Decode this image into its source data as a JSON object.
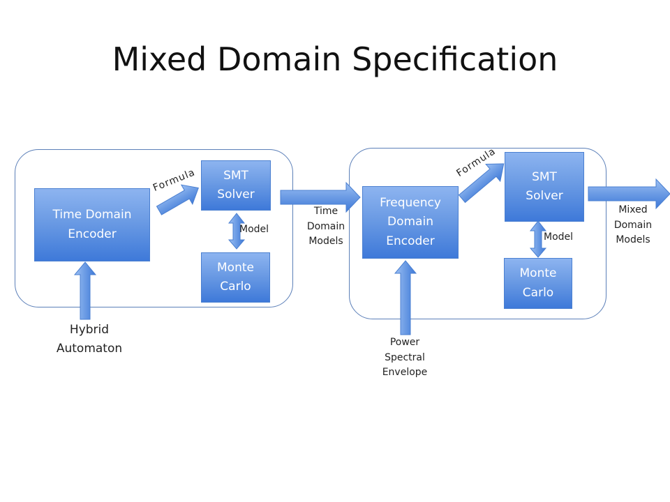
{
  "title": "Mixed Domain Specification",
  "colors": {
    "box_fill": "#6b9be4",
    "box_dark": "#3e79d9",
    "group_border": "#5b7fb8",
    "arrow": "#6b9be4"
  },
  "left_group": {
    "encoder": "Time Domain\nEncoder",
    "solver": "SMT\nSolver",
    "monte_carlo": "Monte\nCarlo",
    "formula_label": "Formula",
    "model_label": "Model",
    "input_label": "Hybrid\nAutomaton"
  },
  "middle_label": "Time\nDomain\nModels",
  "right_group": {
    "encoder": "Frequency\nDomain\nEncoder",
    "solver": "SMT\nSolver",
    "monte_carlo": "Monte\nCarlo",
    "formula_label": "Formula",
    "model_label": "Model",
    "input_label": "Power\nSpectral\nEnvelope"
  },
  "output_label": "Mixed\nDomain\nModels"
}
